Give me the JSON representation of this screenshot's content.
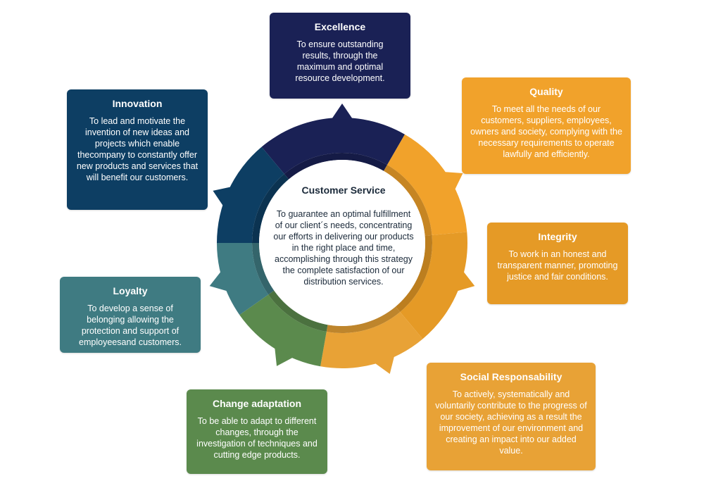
{
  "center": {
    "title": "Customer Service",
    "text": "To guarantee an optimal fulfillment of our client´s needs, concentrating our efforts in delivering our products in the right place and time, accomplishing through this strategy the complete satisfaction of our distribution services."
  },
  "values": [
    {
      "id": "excellence",
      "title": "Excellence",
      "text": "To ensure outstanding results, through the maximum and optimal resource development.",
      "color": "#1a2155"
    },
    {
      "id": "quality",
      "title": "Quality",
      "text": "To meet all the needs of our customers, suppliers, employees, owners and society, complying with the necessary requirements to operate lawfully and efficiently.",
      "color": "#f1a22b"
    },
    {
      "id": "integrity",
      "title": "Integrity",
      "text": "To work in an honest and transparent manner, promoting justice and fair conditions.",
      "color": "#e59a26"
    },
    {
      "id": "social-responsability",
      "title": "Social Responsability",
      "text": "To actively, systematically and voluntarily contribute to the progress of our society, achieving as a result the improvement of our environment and creating an impact into our added value.",
      "color": "#e8a236"
    },
    {
      "id": "change-adaptation",
      "title": "Change adaptation",
      "text": "To be able to adapt to different changes, through the investigation of techniques and cutting edge products.",
      "color": "#5b8a4d"
    },
    {
      "id": "loyalty",
      "title": "Loyalty",
      "text": "To develop a sense of belonging allowing the protection and support of employeesand customers.",
      "color": "#3f7b82"
    },
    {
      "id": "innovation",
      "title": "Innovation",
      "text": "To lead and motivate the invention of new ideas and projects which enable thecompany to constantly offer new products and services that will benefit our customers.",
      "color": "#0d3e63"
    }
  ]
}
